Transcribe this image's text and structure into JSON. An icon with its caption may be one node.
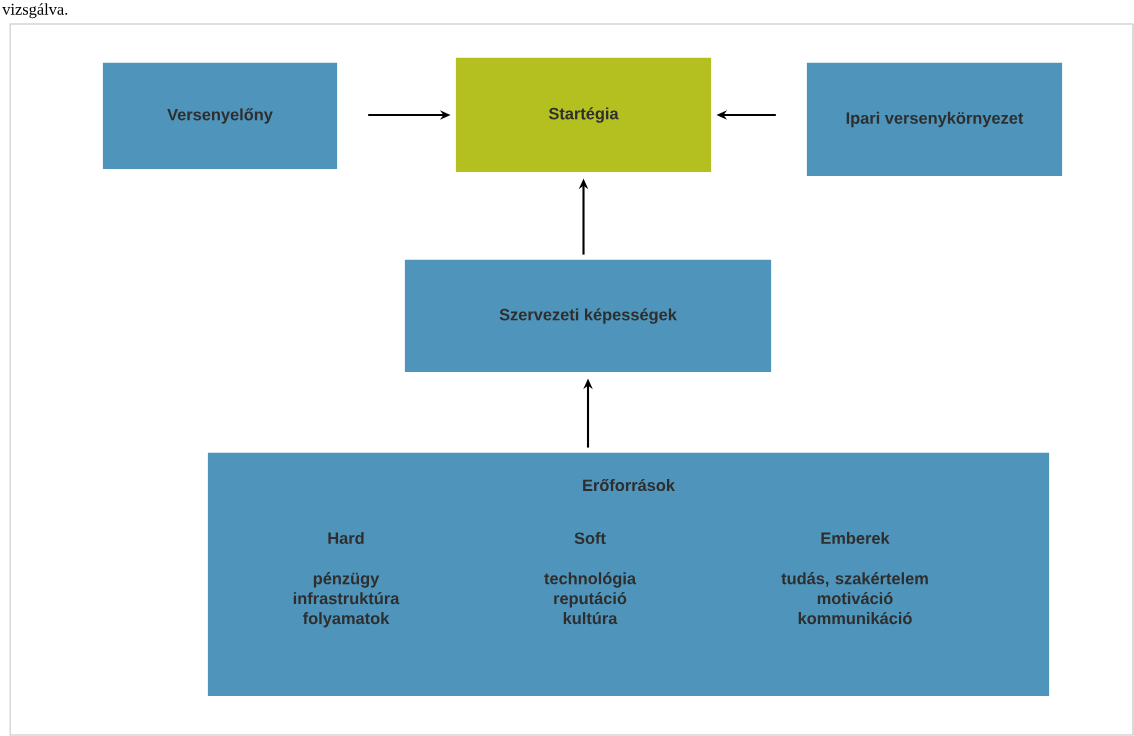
{
  "diagram": {
    "nodes": [
      {
        "text": [
          "Versenyelőny"
        ]
      },
      {
        "text": [
          "Startégia"
        ]
      },
      {
        "text": [
          "Ipari versenykörnyezet"
        ]
      },
      {
        "text": [
          "Szervezeti képességek"
        ]
      },
      {
        "text": [
          "Erőforrások",
          "Hard",
          "pénzügy infrastruktúra folyamatok",
          "Soft",
          "technológia reputáció kultúra",
          "Emberek",
          "tudás, szakértelem motiváció kommunikáció"
        ]
      }
    ],
    "edges": [
      {
        "from": 0,
        "to": 1,
        "arrow": "to"
      },
      {
        "from": 2,
        "to": 1,
        "arrow": "to"
      },
      {
        "from": 3,
        "to": 1,
        "arrow": "to"
      },
      {
        "from": 4,
        "to": 3,
        "arrow": "to"
      }
    ],
    "labels": [
      "vizsgálva."
    ]
  }
}
